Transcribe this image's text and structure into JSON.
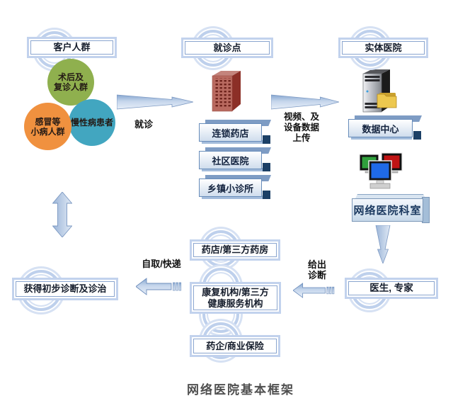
{
  "title": "网络医院基本框架",
  "nodes": {
    "customer_group": "客户人群",
    "visit_point": "就诊点",
    "physical_hospital": "实体医院",
    "data_center": "数据中心",
    "network_department": "网络医院科室",
    "doctors": "医生, 专家",
    "outcome": "获得初步诊断及诊治"
  },
  "customer_circles": [
    {
      "label": "术后及\n复诊人群",
      "color": "#8fb04e"
    },
    {
      "label": "感冒等\n小病人群",
      "color": "#f0913f"
    },
    {
      "label": "慢性病患者",
      "color": "#42a6c0"
    }
  ],
  "visit_sites": [
    "连锁药店",
    "社区医院",
    "乡镇小诊所"
  ],
  "fulfillment": [
    "药店/第三方药房",
    "康复机构/第三方\n健康服务机构",
    "药企/商业保险"
  ],
  "flow_labels": {
    "visit": "就诊",
    "upload": "视频、及\n设备数据\n上传",
    "diagnosis": "给出\n诊断",
    "delivery": "自取/快递"
  },
  "colors": {
    "arrow_fill_light": "#c6d6ec",
    "arrow_stroke": "#7b98c2",
    "slab_face": "#cfdded",
    "slab_corner": "#1c4066",
    "frame_border": "#8aa5cf",
    "building_front": "#b96a60",
    "building_side": "#8c2f27",
    "folder": "#edc84f",
    "monitor_green": "#30a03c",
    "monitor_red": "#c01414",
    "monitor_blue": "#1f6ae8"
  }
}
